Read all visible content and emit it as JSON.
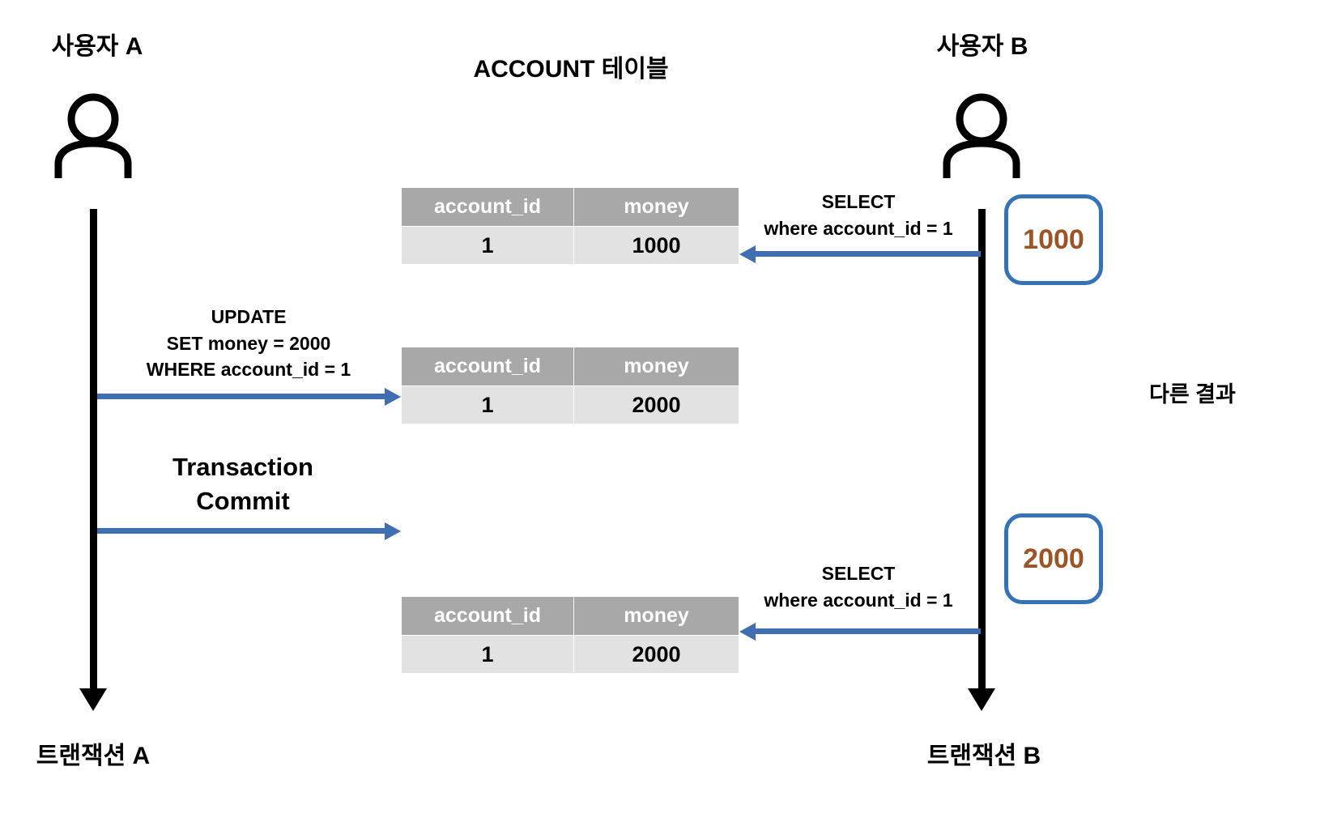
{
  "diagram": {
    "title": "ACCOUNT 테이블",
    "actors": {
      "left": {
        "top_label": "사용자 A",
        "bottom_label": "트랜잭션 A",
        "icon": "person-icon"
      },
      "right": {
        "top_label": "사용자 B",
        "bottom_label": "트랜잭션 B",
        "icon": "person-icon"
      }
    },
    "tables": [
      {
        "id": "table-initial",
        "headers": [
          "account_id",
          "money"
        ],
        "rows": [
          [
            "1",
            "1000"
          ]
        ]
      },
      {
        "id": "table-after-update",
        "headers": [
          "account_id",
          "money"
        ],
        "rows": [
          [
            "1",
            "2000"
          ]
        ]
      },
      {
        "id": "table-after-commit",
        "headers": [
          "account_id",
          "money"
        ],
        "rows": [
          [
            "1",
            "2000"
          ]
        ]
      }
    ],
    "messages": [
      {
        "id": "select-first",
        "direction": "right-to-left",
        "lines": [
          "SELECT",
          "where account_id = 1"
        ]
      },
      {
        "id": "update",
        "direction": "left-to-right",
        "lines": [
          "UPDATE",
          "SET money = 2000",
          "WHERE account_id = 1"
        ]
      },
      {
        "id": "commit",
        "direction": "left-to-right",
        "lines": [
          "Transaction",
          "Commit"
        ]
      },
      {
        "id": "select-second",
        "direction": "right-to-left",
        "lines": [
          "SELECT",
          "where account_id = 1"
        ]
      }
    ],
    "results": [
      {
        "id": "result-first",
        "value": "1000"
      },
      {
        "id": "result-second",
        "value": "2000"
      }
    ],
    "note": "다른 결과",
    "colors": {
      "arrow_blue": "#3f6fb0",
      "box_border_blue": "#3573b9",
      "result_text_brown": "#9c5426",
      "table_header_gray": "#a8a8a8",
      "table_row_gray": "#e2e2e2",
      "lifeline_black": "#000000"
    }
  }
}
